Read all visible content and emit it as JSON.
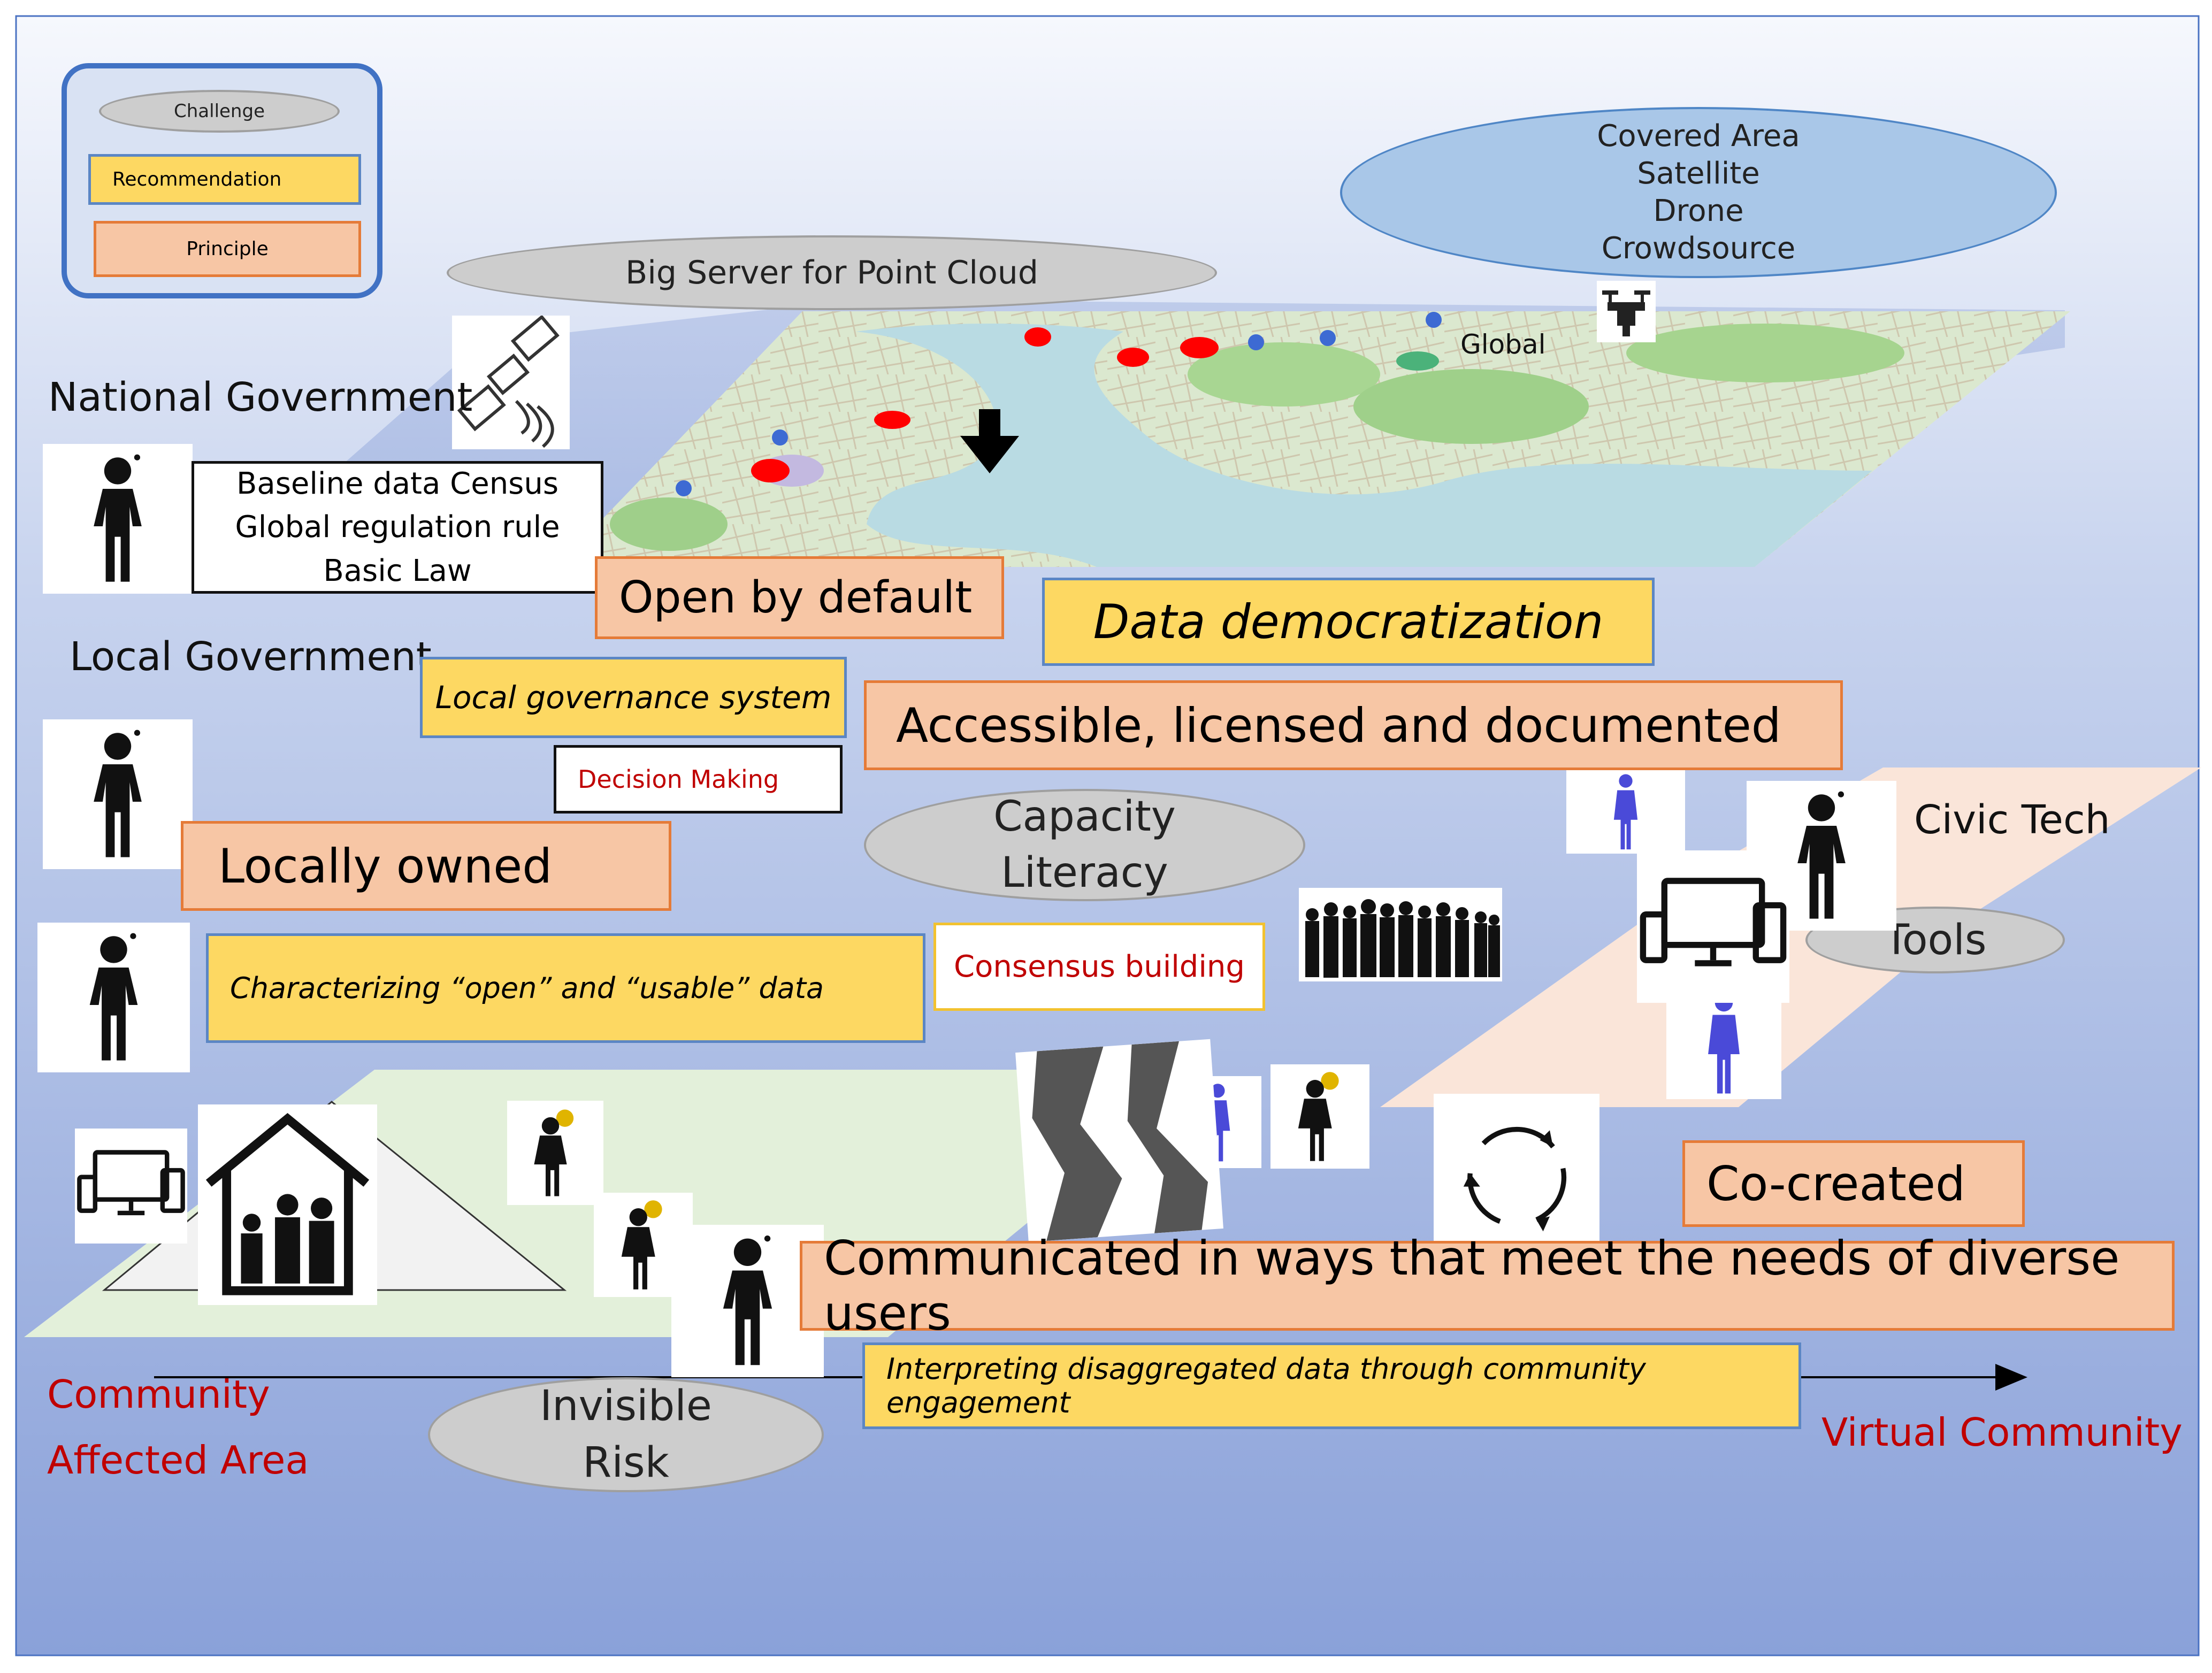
{
  "legend": {
    "challenge": "Challenge",
    "recommendation": "Recommendation",
    "principle": "Principle"
  },
  "challenges": {
    "big_server": "Big Server for Point Cloud",
    "capacity": [
      "Capacity",
      "Literacy"
    ],
    "tools": "Tools",
    "invisible": [
      "Invisible",
      "Risk"
    ]
  },
  "coverage": [
    "Covered Area",
    "Satellite",
    "Drone",
    "Crowdsource"
  ],
  "map": {
    "label": "Global"
  },
  "actors": {
    "national": "National Government",
    "local": "Local Government",
    "civic": "Civic Tech"
  },
  "national_box": [
    "Baseline data Census",
    "Global regulation rule",
    "Basic Law"
  ],
  "decision_making": "Decision Making",
  "consensus_building": "Consensus building",
  "principles": {
    "open_default": "Open by default",
    "accessible": "Accessible, licensed and documented",
    "locally_owned": "Locally owned",
    "co_created": "Co-created",
    "communicated": "Communicated in ways that meet the needs of diverse users"
  },
  "recommendations": {
    "data_democratization": "Data democratization",
    "local_governance": "Local governance system",
    "characterizing": "Characterizing “open” and “usable” data",
    "interpreting": "Interpreting disaggregated data through community engagement"
  },
  "axis": {
    "left": [
      "Community",
      "Affected Area"
    ],
    "right": "Virtual Community"
  },
  "colors": {
    "recommendation": "#fdd862",
    "principle": "#f7c6a5",
    "challenge": "#cdcdcd",
    "accent_red": "#c00000"
  }
}
